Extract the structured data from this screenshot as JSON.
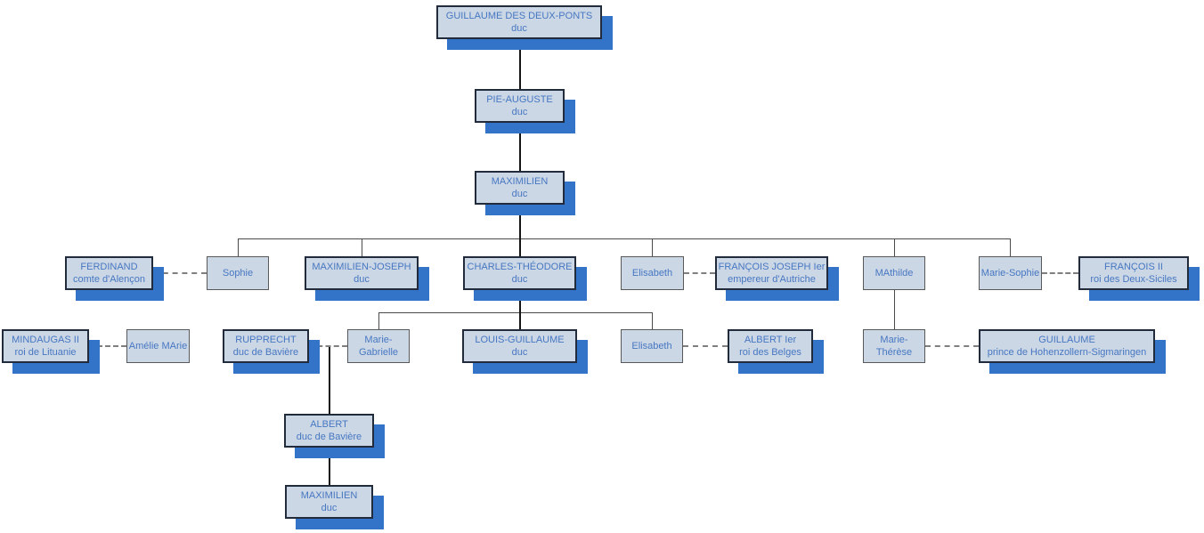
{
  "diagram_type": "family-tree-org-chart",
  "colors": {
    "box_fill": "#ccd7e6",
    "male_border": "#222b3c",
    "female_border": "#595959",
    "male_shadow": "#3374c9",
    "text": "#4677c1",
    "solid_line": "#4a4a4a",
    "dashed_line": "#7f7f7f",
    "background": "#ffffff"
  },
  "nodes": {
    "guillaume_des_deux_ponts": {
      "line1": "GUILLAUME DES DEUX-PONTS",
      "line2": "duc",
      "gender": "male"
    },
    "pie_auguste": {
      "line1": "PIE-AUGUSTE",
      "line2": "duc",
      "gender": "male"
    },
    "maximilien_duc": {
      "line1": "MAXIMILIEN",
      "line2": "duc",
      "gender": "male"
    },
    "ferdinand": {
      "line1": "FERDINAND",
      "line2": "comte d'Alençon",
      "gender": "male"
    },
    "sophie": {
      "line1": "Sophie",
      "line2": "",
      "gender": "female"
    },
    "maximilien_joseph": {
      "line1": "MAXIMILIEN-JOSEPH",
      "line2": "duc",
      "gender": "male"
    },
    "charles_theodore": {
      "line1": "CHARLES-THÉODORE",
      "line2": "duc",
      "gender": "male"
    },
    "elisabeth_1": {
      "line1": "Elisabeth",
      "line2": "",
      "gender": "female"
    },
    "francois_joseph": {
      "line1": "FRANÇOIS JOSEPH Ier",
      "line2": "empereur d'Autriche",
      "gender": "male"
    },
    "mathilde": {
      "line1": "MAthilde",
      "line2": "",
      "gender": "female"
    },
    "marie_sophie": {
      "line1": "Marie-Sophie",
      "line2": "",
      "gender": "female"
    },
    "francois_ii": {
      "line1": "FRANÇOIS II",
      "line2": "roi des Deux-Siciles",
      "gender": "male"
    },
    "mindaugas": {
      "line1": "MINDAUGAS II",
      "line2": "roi de Lituanie",
      "gender": "male"
    },
    "amelie_marie": {
      "line1": "Amélie MArie",
      "line2": "",
      "gender": "female"
    },
    "rupprecht": {
      "line1": "RUPPRECHT",
      "line2": "duc de Bavière",
      "gender": "male"
    },
    "marie_gabrielle": {
      "line1": "Marie-",
      "line2": "Gabrielle",
      "gender": "female"
    },
    "louis_guillaume": {
      "line1": "LOUIS-GUILLAUME",
      "line2": "duc",
      "gender": "male"
    },
    "elisabeth_2": {
      "line1": "Elisabeth",
      "line2": "",
      "gender": "female"
    },
    "albert_ier": {
      "line1": "ALBERT Ier",
      "line2": "roi des Belges",
      "gender": "male"
    },
    "marie_therese": {
      "line1": "Marie-",
      "line2": "Thérèse",
      "gender": "female"
    },
    "guillaume_hohenzollern": {
      "line1": "GUILLAUME",
      "line2": "prince de Hohenzollern-Sigmaringen",
      "gender": "male"
    },
    "albert_bavaria": {
      "line1": "ALBERT",
      "line2": "duc de Bavière",
      "gender": "male"
    },
    "maximilien_2": {
      "line1": "MAXIMILIEN",
      "line2": "duc",
      "gender": "male"
    }
  },
  "edges": {
    "descents": [
      {
        "parent": "guillaume_des_deux_ponts",
        "children": [
          "pie_auguste"
        ]
      },
      {
        "parent": "pie_auguste",
        "children": [
          "maximilien_duc"
        ]
      },
      {
        "parent": "maximilien_duc",
        "children": [
          "sophie",
          "maximilien_joseph",
          "charles_theodore",
          "elisabeth_1",
          "mathilde",
          "marie_sophie"
        ]
      },
      {
        "parent": "charles_theodore",
        "children": [
          "marie_gabrielle",
          "louis_guillaume",
          "elisabeth_2"
        ]
      },
      {
        "parent": "mathilde",
        "children": [
          "marie_therese"
        ]
      },
      {
        "parent": "rupprecht + marie_gabrielle",
        "children": [
          "albert_bavaria"
        ]
      },
      {
        "parent": "albert_bavaria",
        "children": [
          "maximilien_2"
        ]
      }
    ],
    "marriages": [
      [
        "ferdinand",
        "sophie"
      ],
      [
        "elisabeth_1",
        "francois_joseph"
      ],
      [
        "marie_sophie",
        "francois_ii"
      ],
      [
        "mindaugas",
        "amelie_marie"
      ],
      [
        "rupprecht",
        "marie_gabrielle"
      ],
      [
        "elisabeth_2",
        "albert_ier"
      ],
      [
        "marie_therese",
        "guillaume_hohenzollern"
      ]
    ]
  }
}
